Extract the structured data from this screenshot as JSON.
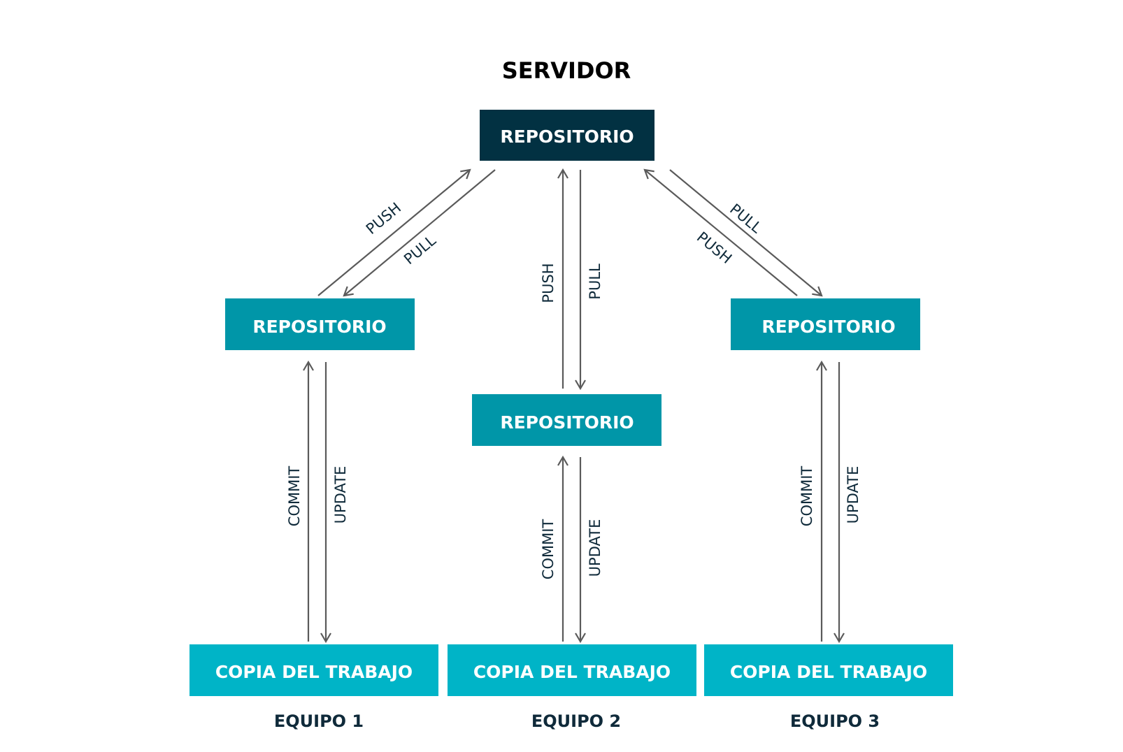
{
  "title": "SERVIDOR",
  "colors": {
    "server_box": "#023142",
    "repo_box": "#0096a8",
    "copy_box": "#00b4c7",
    "arrow": "#5a5a5a",
    "label_text": "#0f2a3a"
  },
  "nodes": {
    "server_repo": "REPOSITORIO",
    "repo_1": "REPOSITORIO",
    "repo_2": "REPOSITORIO",
    "repo_3": "REPOSITORIO",
    "copy_1": "COPIA DEL TRABAJO",
    "copy_2": "COPIA DEL TRABAJO",
    "copy_3": "COPIA DEL TRABAJO"
  },
  "teams": {
    "team_1": "EQUIPO 1",
    "team_2": "EQUIPO 2",
    "team_3": "EQUIPO 3"
  },
  "edges": {
    "push": "PUSH",
    "pull": "PULL",
    "commit": "COMMIT",
    "update": "UPDATE"
  }
}
